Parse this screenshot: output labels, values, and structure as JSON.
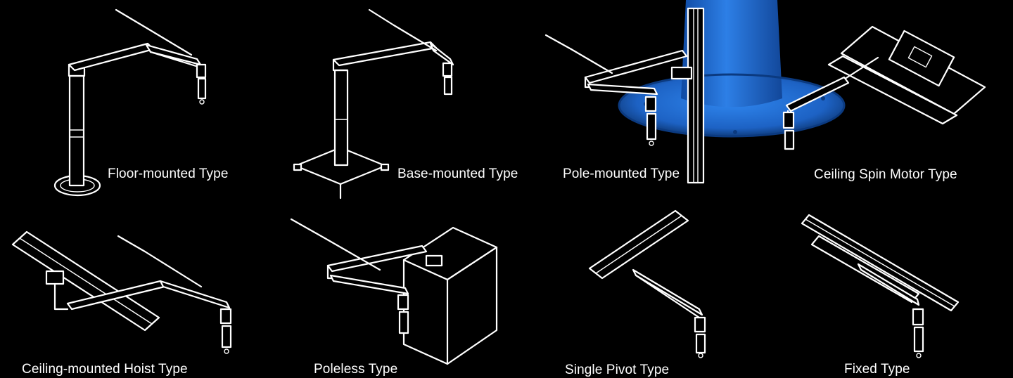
{
  "colors": {
    "background": "#000000",
    "line_art": "#ffffff",
    "photo_blue": "#1f6fd6"
  },
  "types": {
    "floor_mounted": "Floor-mounted Type",
    "base_mounted": "Base-mounted Type",
    "pole_mounted": "Pole-mounted Type",
    "ceiling_spin_motor": "Ceiling Spin Motor Type",
    "ceiling_mounted_hoist": "Ceiling-mounted Hoist Type",
    "poleless": "Poleless Type",
    "single_pivot": "Single Pivot Type",
    "fixed": "Fixed Type"
  }
}
